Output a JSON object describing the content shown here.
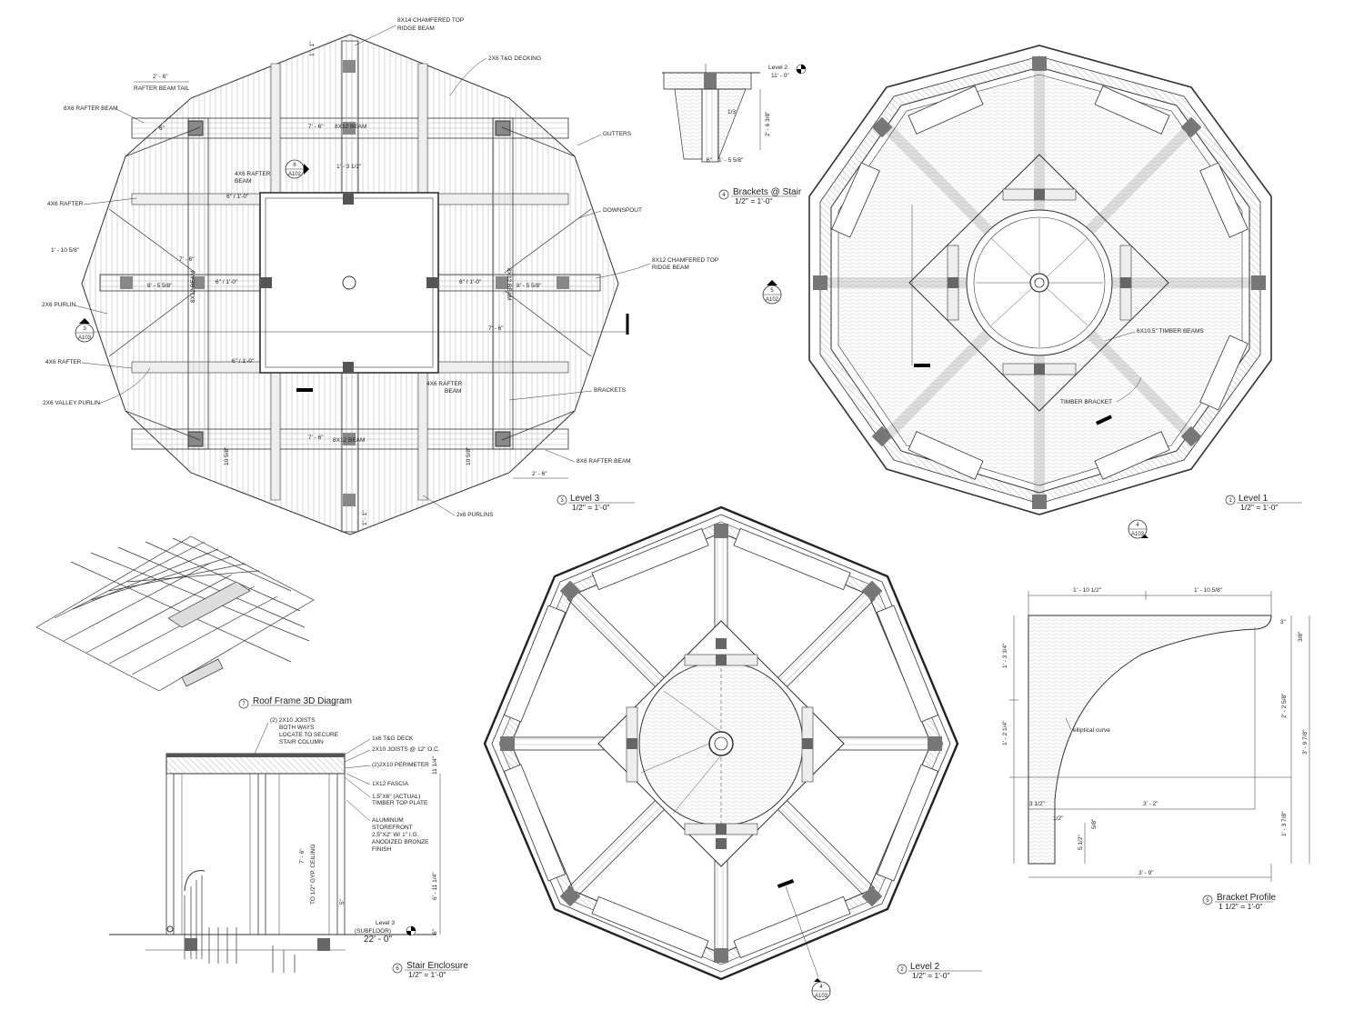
{
  "views": {
    "level3": {
      "number": "3",
      "title": "Level 3",
      "scale": "1/2\" = 1'-0\"",
      "notes": {
        "ridge_top": "8X14 CHAMFERED TOP",
        "ridge_top2": "RIDGE BEAM",
        "tg_decking": "2X6 T&G DECKING",
        "rafter_tail": "RAFTER BEAM TAIL",
        "rafter_beam_tl": "8X6 RAFTER BEAM",
        "gutters": "GUTTERS",
        "rafter_4x6_beam": "4X6 RAFTER",
        "rafter_4x6_beam2": "BEAM",
        "rafter_4x6": "4X6 RAFTER",
        "downspout": "DOWNSPOUT",
        "ridge_right": "8X12 CHAMFERED TOP",
        "ridge_right2": "RIDGE BEAM",
        "purlin": "2X6 PURLIN",
        "rafter_4x6_b": "4X6 RAFTER",
        "valley_purlin": "2X6 VALLEY PURLIN",
        "rafter_beam_mid": "4X6 RAFTER",
        "rafter_beam_mid2": "BEAM",
        "brackets": "BRACKETS",
        "rafter_beam_br": "8X6 RAFTER BEAM",
        "purlins": "2x6 PURLINS",
        "beam_top": "8X12 BEAM",
        "beam_bottom": "8X12 BEAM",
        "beam_left": "8X12 BEAM",
        "beam_right": "8X12 BEAM"
      },
      "dims": {
        "d_2_6_top": "2' - 6\"",
        "d_6": "6\"",
        "d_7_6_top": "7' - 6\"",
        "d_1_3": "1' - 3 1/2\"",
        "d_6_1_0": "6\" / 1'-0\"",
        "d_1_10": "1' - 10 5/8\"",
        "d_7_6_left": "7' - 6\"",
        "d_8_5_left": "8' - 5 5/8\"",
        "d_6_1_0_b": "6\" / 1'-0\"",
        "d_6_1_0_r": "6\" / 1'-0\"",
        "d_8_5_right": "8' - 5 5/8\"",
        "d_7_6_right": "7' - 6\"",
        "d_6_1_0_c": "6\" / 1'-0\"",
        "d_7_6_bot": "7' - 6\"",
        "d_10_5_l": "10 5/8\"",
        "d_10_5_r": "10 5/8\"",
        "d_2_6_bot": "2' - 6\"",
        "d_1_1": "1' - 1\"",
        "d_1_1_top": "1' - 1\""
      }
    },
    "brackets_stair": {
      "number": "4",
      "title": "Brackets @ Stair",
      "scale": "1/2\" = 1'-0\"",
      "level": "Level 2",
      "elev": "11' - 0\"",
      "dims": [
        "2' - 6 3/8\"",
        "1' - 5 5/8\"",
        "6\"",
        "1/3"
      ]
    },
    "level1": {
      "number": "1",
      "title": "Level 1",
      "scale": "1/2\" = 1'-0\"",
      "notes": {
        "timber_beams": "6X10.5\" TIMBER BEAMS",
        "timber_bracket": "TIMBER BRACKET"
      }
    },
    "roof3d": {
      "number": "7",
      "title": "Roof Frame 3D Diagram"
    },
    "level2": {
      "number": "2",
      "title": "Level 2",
      "scale": "1/2\" = 1'-0\""
    },
    "bracket_profile": {
      "number": "5",
      "title": "Bracket Profile",
      "scale": "1 1/2\" = 1'-0\"",
      "note": "elliptical curve",
      "dims": {
        "top_left": "1' - 10 1/2\"",
        "top_right": "1' - 10 5/8\"",
        "r_3": "3\"",
        "r_38": "3/8\"",
        "left_upper": "1' - 3 3/4\"",
        "left_lower": "1' - 2 1/4\"",
        "right_a": "2' - 2 5/8\"",
        "right_b": "3' - 9 7/8\"",
        "right_c": "1' - 3 7/8\"",
        "b_3_12": "3 1/2\"",
        "b_3_2": "3' - 2\"",
        "b_12": "1/2\"",
        "b_58": "5/8\"",
        "b_5_12": "5 1/2\"",
        "b_3_9": "3' - 9\""
      }
    },
    "stair_enclosure": {
      "number": "6",
      "title": "Stair Enclosure",
      "scale": "1/2\" = 1'-0\"",
      "level": "Level 3",
      "level_sub": "(SUBFLOOR)",
      "elev": "22' - 0\"",
      "notes": {
        "joists_both": "(2) 2X10 JOISTS",
        "joists_both2": "BOTH WAYS",
        "joists_both3": "LOCATE TO SECURE",
        "joists_both4": "STAIR COLUMN",
        "deck": "1x6 T&G DECK",
        "joists_oc": "2X10 JOISTS @ 12\" O.C.",
        "perimeter": "(2)2X10 PERIMETER",
        "fascia": "1X12 FASCIA",
        "plate": "1.5\"X6\" (ACTUAL)",
        "plate2": "TIMBER TOP PLATE",
        "store1": "ALUMINUM",
        "store2": "STOREFRONT",
        "store3": "2.5\"X2\" W/ 1\" I.G.",
        "store4": "ANODIZED BRONZE",
        "store5": "FINISH",
        "ceiling": "TO 1/2\" GYP. CEILING",
        "d_7_6": "7' - 6\"",
        "d_6_11": "6' - 11 1/4\"",
        "d_11_14": "11 1/4\"",
        "d_5": "5\"",
        "d_6": "6\""
      }
    }
  },
  "tags": {
    "t1": {
      "num": "6",
      "sheet": "A102"
    },
    "t2": {
      "num": "3",
      "sheet": "A103"
    },
    "t3": {
      "num": "5",
      "sheet": "A102"
    },
    "t4": {
      "num": "4",
      "sheet": "A103"
    },
    "t5": {
      "num": "4",
      "sheet": "A103"
    }
  }
}
